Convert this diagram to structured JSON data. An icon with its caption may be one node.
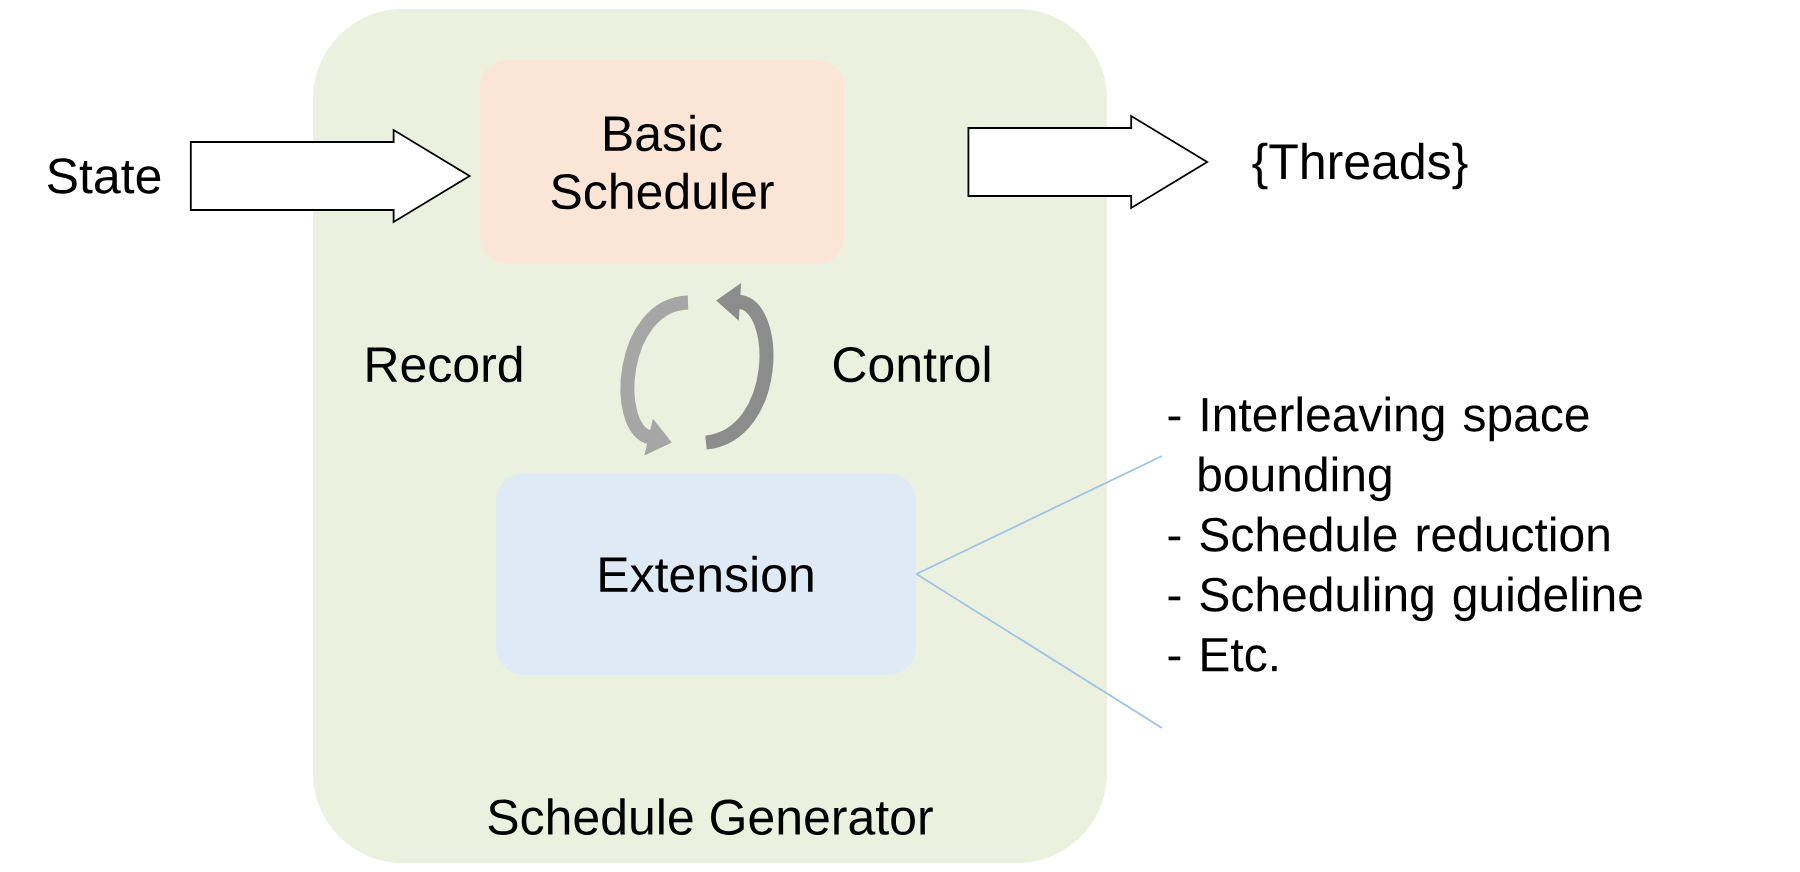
{
  "diagram": {
    "nodes": [
      {
        "text": [
          "Schedule Generator"
        ]
      },
      {
        "text": [
          "Basic Scheduler"
        ],
        "in": 0
      },
      {
        "text": [
          "Extension"
        ],
        "in": 0
      },
      {
        "text": [
          "State"
        ]
      },
      {
        "text": [
          "{Threads}"
        ]
      },
      {
        "text": [
          "- Interleaving space bounding",
          "- Schedule reduction",
          "- Scheduling guideline",
          "- Etc."
        ]
      }
    ],
    "edges": [
      {
        "from": 3,
        "to": 1,
        "arrow": "to"
      },
      {
        "from": 1,
        "to": 4,
        "arrow": "to"
      },
      {
        "from": 1,
        "to": 2,
        "arrow": "to",
        "label": "Record",
        "style": "thick",
        "color": "#a6a6a6"
      },
      {
        "from": 2,
        "to": 1,
        "arrow": "to",
        "label": "Control",
        "style": "thick",
        "color": "#8c8c8c"
      },
      {
        "from": 2,
        "to": 5,
        "arrow": "none",
        "color": "#9dc3e6"
      },
      {
        "from": 2,
        "to": 5,
        "arrow": "none",
        "color": "#9dc3e6"
      }
    ]
  }
}
